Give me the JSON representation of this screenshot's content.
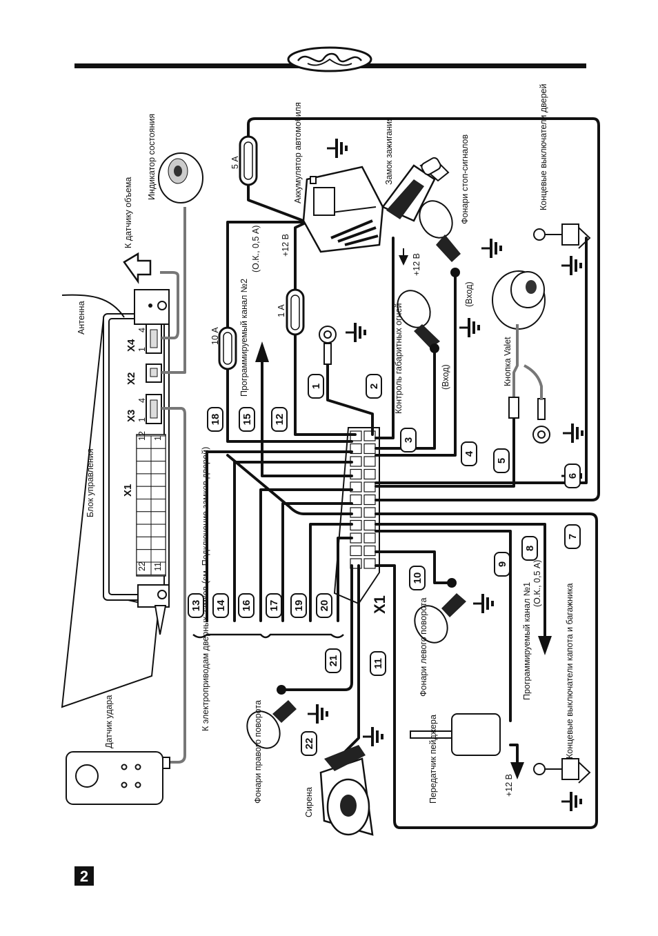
{
  "page_number": "2",
  "labels": {
    "control_unit": "Блок управления",
    "antenna": "Антенна",
    "to_volume_sensor": "К датчику объема",
    "status_indicator": "Индикатор состояния",
    "shock_sensor": "Датчик удара",
    "car_battery": "Аккумулятор автомобиля",
    "ignition_lock": "Замок зажигания",
    "brake_lights": "Фонари стоп-сигналов",
    "door_switches": "Концевые выключатели дверей",
    "valet_button": "Кнопка Valet",
    "side_lights_control": "Контроль габаритных огней",
    "input": "(Вход)",
    "program_channel_2": "Программируемый канал №2",
    "program_channel_2_spec": "(О.К., 0,5 А)",
    "program_channel_1": "Программируемый канал №1",
    "program_channel_1_spec": "(О.К., 0,5 А)",
    "plus12": "+12 В",
    "door_lock_drives": "К электроприводам дверных замков (см. Подключение замков дверей)",
    "right_turn_lights": "Фонари правого поворота",
    "left_turn_lights": "Фонари левого поворота",
    "siren": "Сирена",
    "pager_transmitter": "Передатчик пейджера",
    "hood_trunk_switches": "Концевые выключатели капота и багажника"
  },
  "fuses": [
    "5 А",
    "10 А",
    "1 А"
  ],
  "connectors": {
    "x1": "X1",
    "x2": "X2",
    "x3": "X3",
    "x4": "X4",
    "x1_big": "X1",
    "x1_pin_a": "12",
    "x1_pin_b": "1",
    "x1_pin_c": "22",
    "x1_pin_d": "11",
    "x3_pin_1": "1",
    "x3_pin_4": "4",
    "x4_pin_1": "1",
    "x4_pin_4": "4"
  },
  "pins": [
    "1",
    "2",
    "3",
    "4",
    "5",
    "6",
    "7",
    "8",
    "9",
    "10",
    "11",
    "12",
    "13",
    "14",
    "15",
    "16",
    "17",
    "18",
    "19",
    "20",
    "21",
    "22"
  ]
}
